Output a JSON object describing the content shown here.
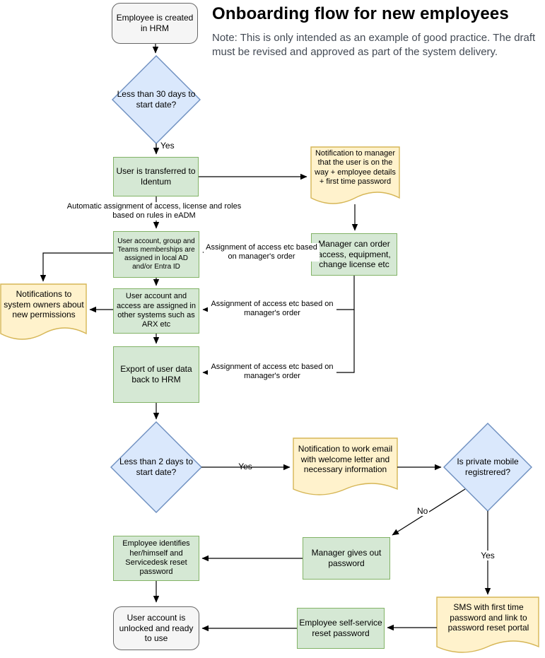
{
  "header": {
    "title": "Onboarding flow for new employees",
    "note": "Note: This is only intended as an example of good practice. The draft must be revised and approved as part of the system delivery."
  },
  "nodes": {
    "start": "Employee is created in HRM",
    "decision_30days": "Less than 30 days to start date?",
    "identum": "User is transferred to Identum",
    "note_manager": "Notification to manager that the user is on the way + employee details + first time password",
    "ad": "User account, group and Teams memberships are assigned in local AD and/or Entra ID",
    "manager_order": "Manager can order access, equipment, change license etc",
    "sys_owners": "Notifications to system owners about new permissions",
    "arx": "User account and access are assigned in other systems such as ARX etc",
    "export_hrm": "Export of user data back to HRM",
    "decision_2days": "Less than 2 days to start date?",
    "note_email": "Notification to work email with welcome letter and necessary information",
    "decision_mobile": "Is private mobile registrered?",
    "mgr_password": "Manager gives out password",
    "identify": "Employee identifies her/himself and Servicedesk reset password",
    "note_sms": "SMS with first time password and link to password reset portal",
    "self_service": "Employee self-service reset password",
    "end": "User account is unlocked and ready to use"
  },
  "edge_labels": {
    "yes_30": "Yes",
    "auto_assign": "Automatic assignment of access, license and roles based on rules in eADM",
    "assign_order": "Assignment of access etc based on manager's order",
    "yes_2": "Yes",
    "no_mobile": "No",
    "yes_mobile": "Yes"
  },
  "colors": {
    "process_fill": "#d5e8d4",
    "process_border": "#82b366",
    "decision_fill": "#dae8fc",
    "decision_border": "#6c8ebf",
    "document_fill": "#fff2cc",
    "document_border": "#d6b656",
    "terminator_fill": "#f5f5f5",
    "terminator_border": "#666666",
    "edge": "#000000",
    "note_text": "#434a54"
  }
}
